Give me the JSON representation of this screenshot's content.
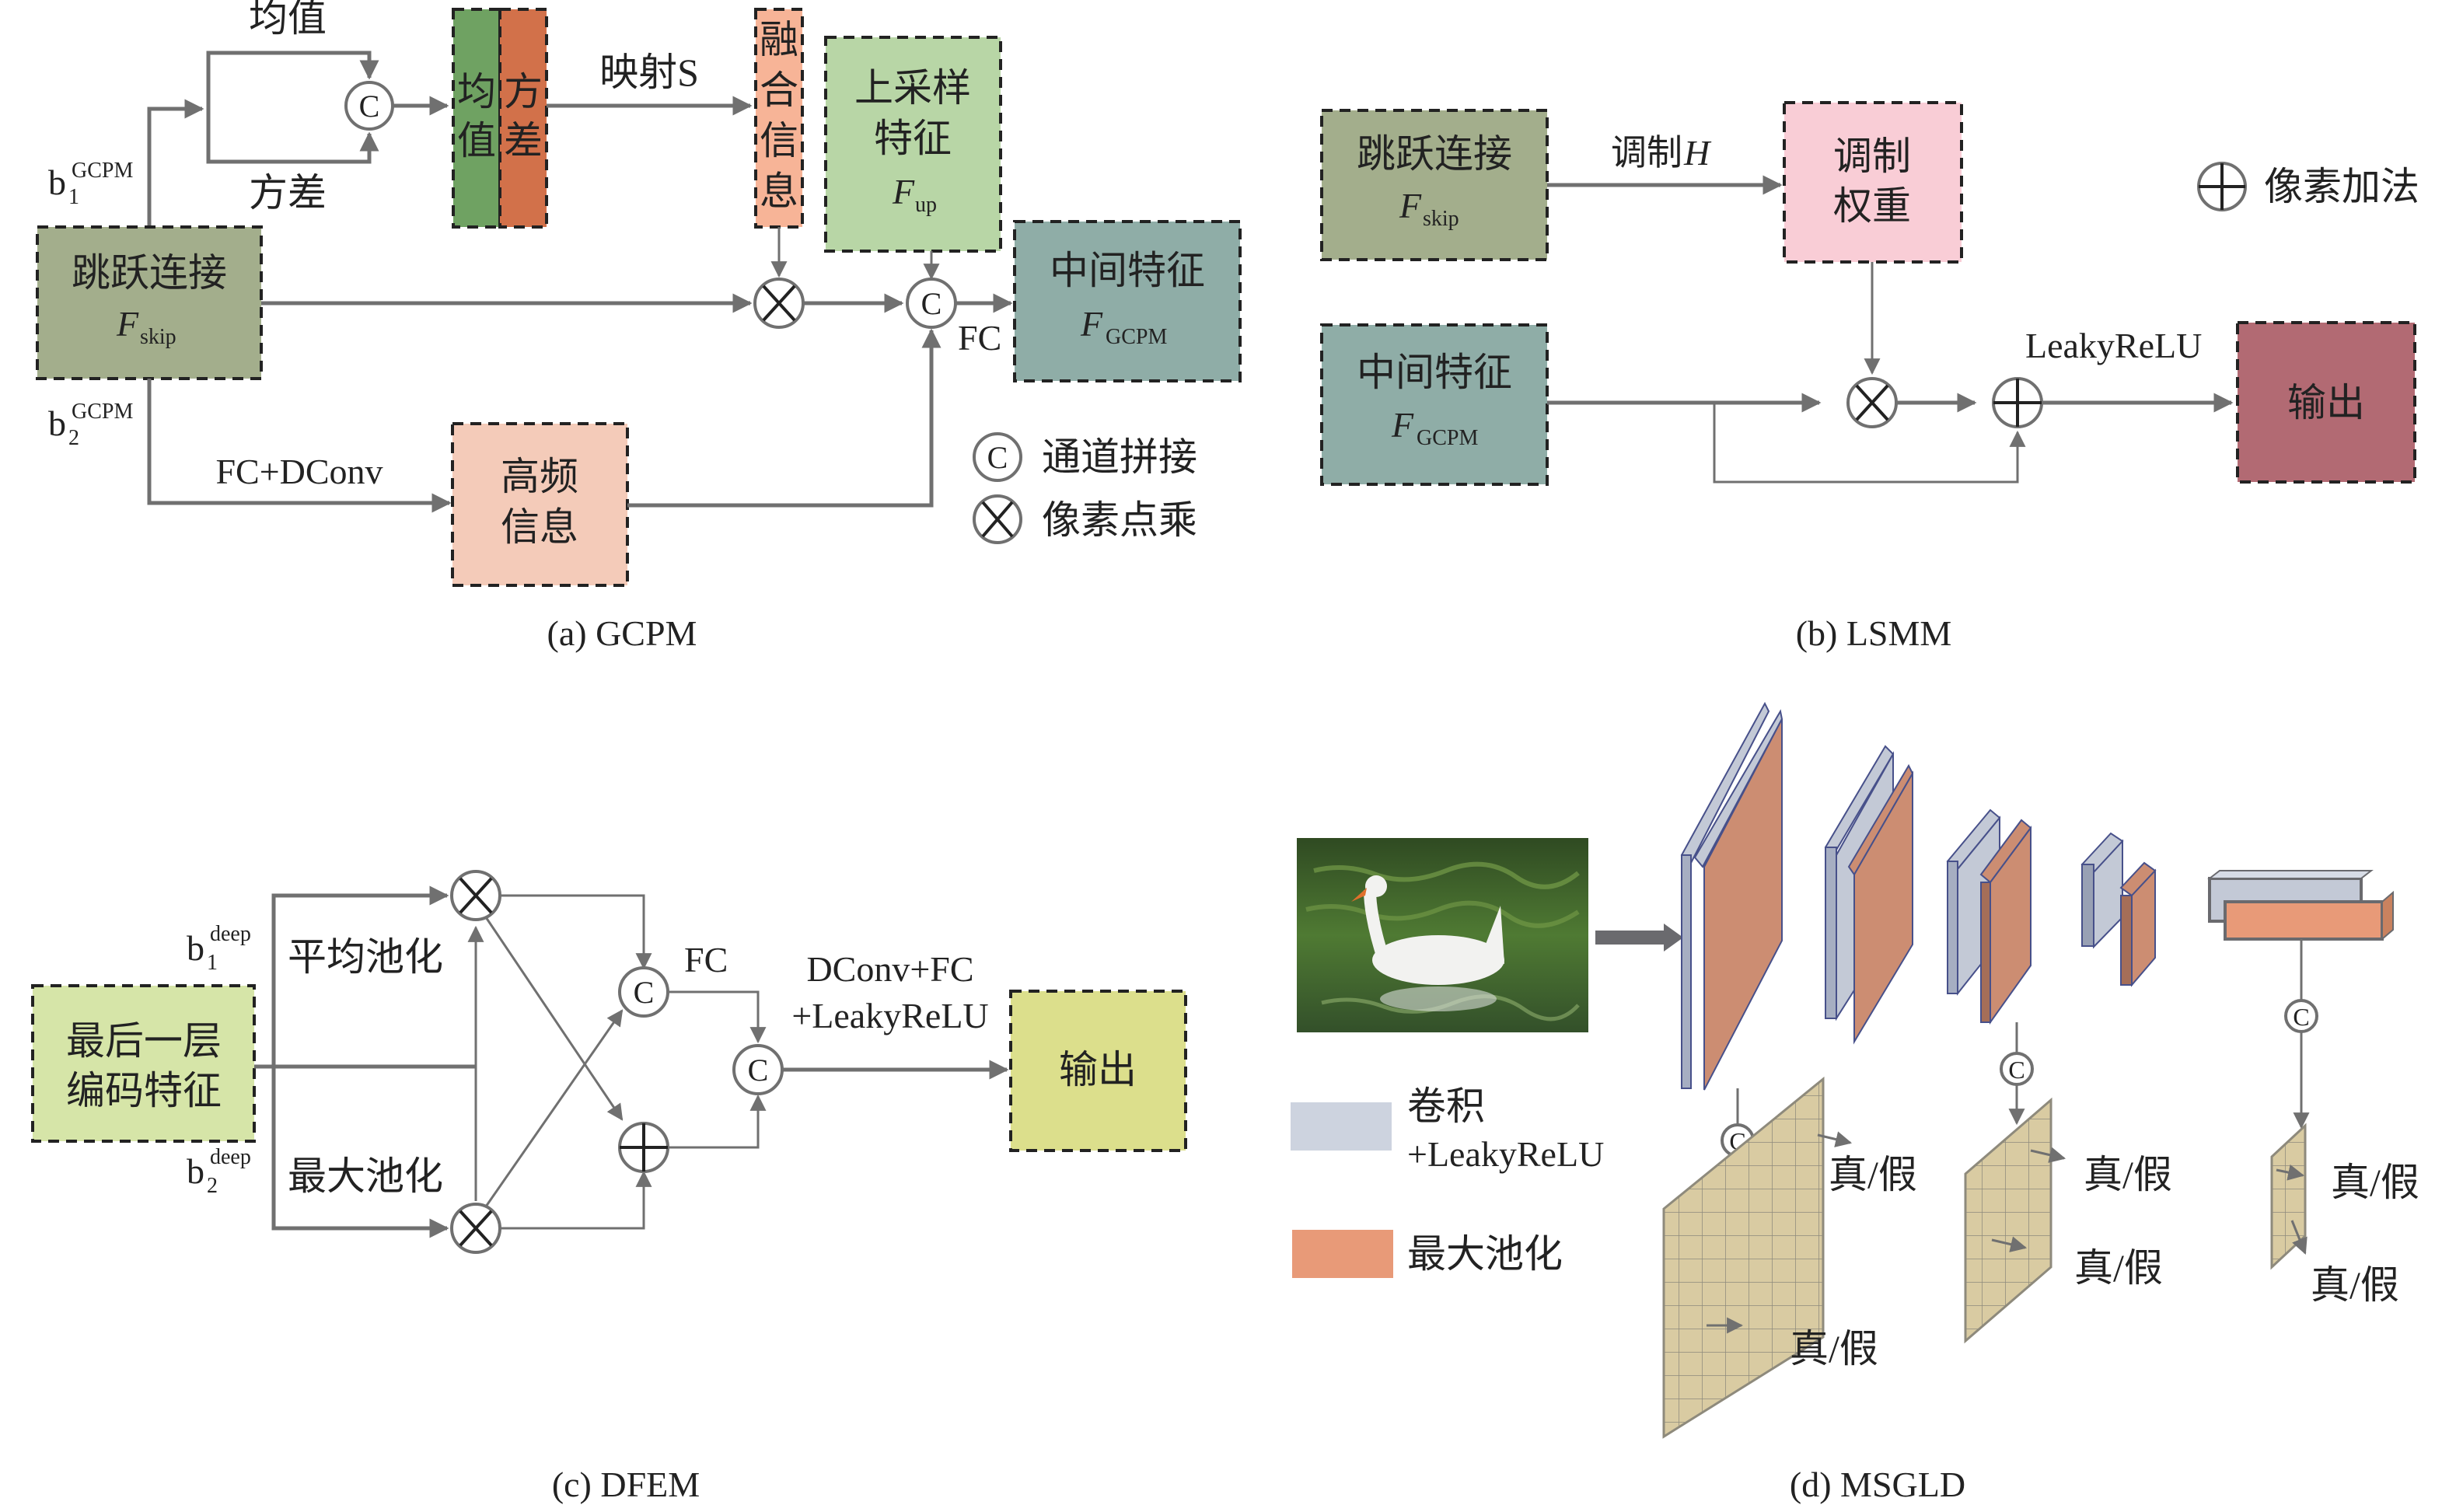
{
  "panels": {
    "a": {
      "caption": "(a)  GCPM",
      "mean_label": "均值",
      "var_label": "方差",
      "b1": {
        "base": "b",
        "sub": "1",
        "sup": "GCPM"
      },
      "b2": {
        "base": "b",
        "sub": "2",
        "sup": "GCPM"
      },
      "stack_mean": [
        "均",
        "值"
      ],
      "stack_var": [
        "方",
        "差"
      ],
      "map_label": "映射S",
      "fusion": [
        "融",
        "合",
        "信",
        "息"
      ],
      "upsample": {
        "line1": "上采样",
        "line2": "特征",
        "F": "F",
        "sub": "up"
      },
      "skip": {
        "line1": "跳跃连接",
        "F": "F",
        "sub": "skip"
      },
      "mid": {
        "line1": "中间特征",
        "F": "F",
        "sub": "GCPM"
      },
      "fc_label": "FC",
      "fcdconv_label": "FC+DConv",
      "highfreq": [
        "高频",
        "信息"
      ],
      "legend": [
        {
          "symbol": "C",
          "label": "通道拼接"
        },
        {
          "symbol": "×",
          "label": "像素点乘"
        }
      ],
      "colors": {
        "skip": "#a3ae8c",
        "mean": "#6fa262",
        "var": "#d2714a",
        "fusion": "#f7b497",
        "upsample": "#b8d6a6",
        "mid": "#8fada7",
        "highfreq": "#f4cbb9"
      }
    },
    "b": {
      "caption": "(b)  LSMM",
      "skip": {
        "line1": "跳跃连接",
        "F": "F",
        "sub": "skip"
      },
      "mod_label": "调制",
      "mod_H": "H",
      "weight": [
        "调制",
        "权重"
      ],
      "mid": {
        "line1": "中间特征",
        "F": "F",
        "sub": "GCPM"
      },
      "leaky_label": "LeakyReLU",
      "output": "输出",
      "legend": {
        "symbol": "+",
        "label": "像素加法"
      },
      "colors": {
        "skip": "#a3ae8c",
        "weight": "#f9cdd6",
        "mid": "#8fada7",
        "output": "#b26a73"
      }
    },
    "c": {
      "caption": "(c)  DFEM",
      "b1": {
        "base": "b",
        "sub": "1",
        "sup": "deep"
      },
      "b2": {
        "base": "b",
        "sub": "2",
        "sup": "deep"
      },
      "avgpool": "平均池化",
      "maxpool": "最大池化",
      "input": [
        "最后一层",
        "编码特征"
      ],
      "fc_label": "FC",
      "dconv_label": [
        "DConv+FC",
        "+LeakyReLU"
      ],
      "output": "输出",
      "colors": {
        "input": "#d6e5a8",
        "output": "#dcdf8c"
      }
    },
    "d": {
      "caption": "(d)  MSGLD",
      "legend": [
        {
          "label": [
            "卷积",
            "+LeakyReLU"
          ],
          "color": "#cdd3df"
        },
        {
          "label": [
            "最大池化"
          ],
          "color": "#e89a78"
        }
      ],
      "concat_symbol": "C",
      "real_fake": "真/假",
      "image_alt": "swan on water",
      "colors": {
        "conv": "#c3c9d6",
        "pool": "#cc8d72",
        "grid": "#d9cba2"
      }
    }
  }
}
